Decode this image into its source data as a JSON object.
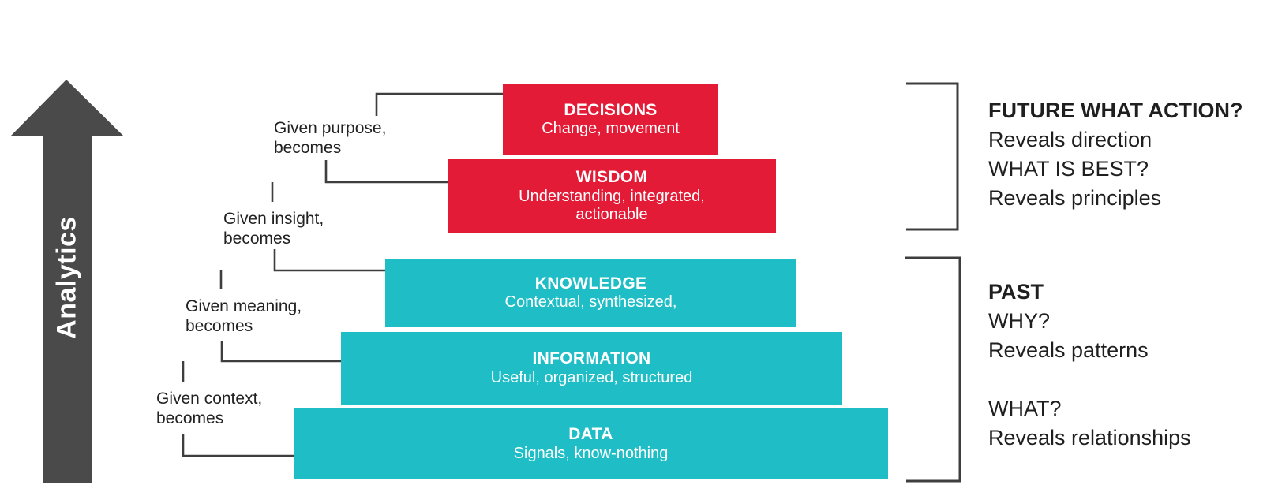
{
  "colors": {
    "red": "#e41b36",
    "teal": "#1fbec6",
    "arrow": "#4a4a4a",
    "line": "#3e3e3e",
    "text": "#1f1f1f"
  },
  "analytics_arrow": {
    "label": "Analytics"
  },
  "pyramid": {
    "levels": [
      {
        "id": "decisions",
        "title": "DECISIONS",
        "subtitle": "Change, movement",
        "subtitle2": ""
      },
      {
        "id": "wisdom",
        "title": "WISDOM",
        "subtitle": "Understanding,  integrated,",
        "subtitle2": "actionable"
      },
      {
        "id": "knowledge",
        "title": "KNOWLEDGE",
        "subtitle": "Contextual, synthesized,",
        "subtitle2": ""
      },
      {
        "id": "information",
        "title": "INFORMATION",
        "subtitle": "Useful, organized, structured",
        "subtitle2": ""
      },
      {
        "id": "data",
        "title": "DATA",
        "subtitle": "Signals, know-nothing",
        "subtitle2": ""
      }
    ]
  },
  "transitions": [
    {
      "line1": "Given purpose,",
      "line2": "becomes"
    },
    {
      "line1": "Given insight,",
      "line2": "becomes"
    },
    {
      "line1": "Given meaning,",
      "line2": "becomes"
    },
    {
      "line1": "Given context,",
      "line2": "becomes"
    }
  ],
  "annotations": {
    "future": {
      "lines": [
        "FUTURE WHAT ACTION?",
        "Reveals direction",
        "WHAT IS BEST?",
        "Reveals principles"
      ]
    },
    "past": {
      "lines": [
        "PAST",
        "WHY?",
        "Reveals patterns",
        "",
        "WHAT?",
        "Reveals relationships"
      ]
    }
  }
}
